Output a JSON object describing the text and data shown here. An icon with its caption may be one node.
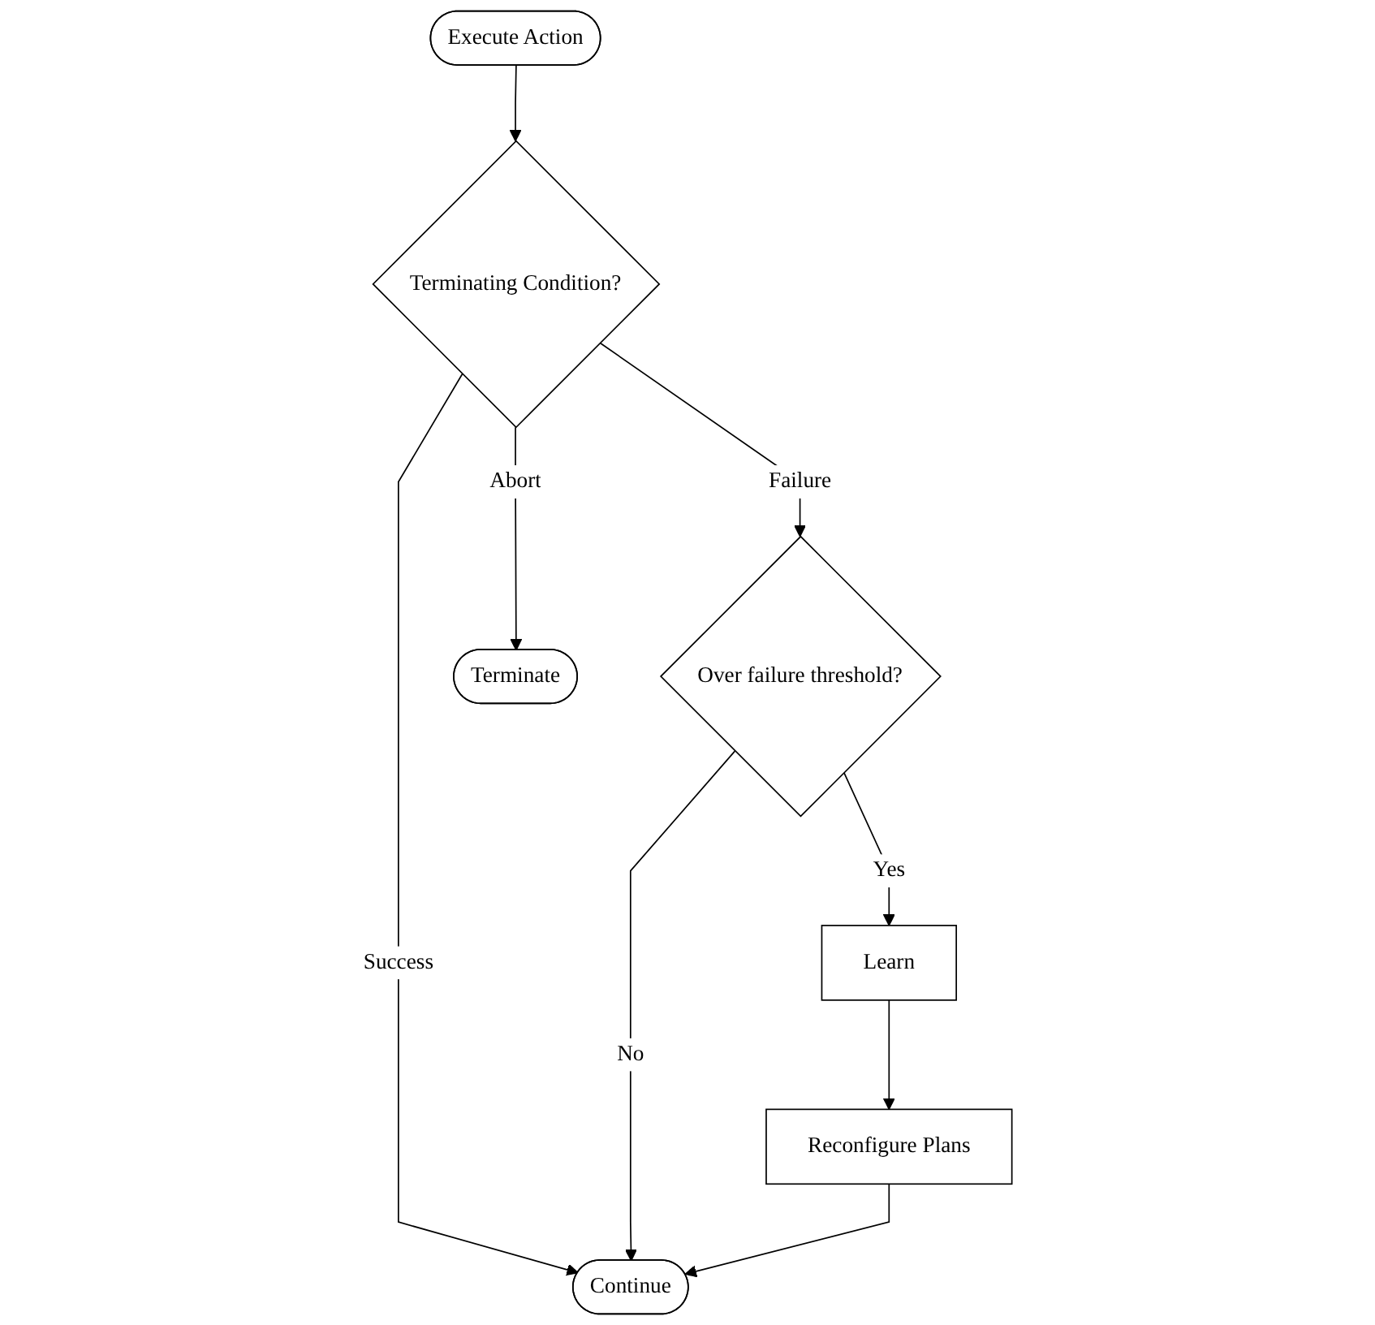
{
  "diagram": {
    "nodes": [
      {
        "text": [
          "Execute Action"
        ]
      },
      {
        "text": [
          "Terminating Condition?"
        ]
      },
      {
        "text": [
          "Over failure threshold?"
        ]
      },
      {
        "text": [
          "Learn"
        ]
      },
      {
        "text": [
          "Reconfigure Plans"
        ]
      },
      {
        "text": [
          "Terminate"
        ]
      },
      {
        "text": [
          "Continue"
        ]
      }
    ],
    "edges": [
      {
        "from": 0,
        "to": 1,
        "arrow": "to"
      },
      {
        "from": 1,
        "to": 5,
        "label": "Abort",
        "arrow": "to"
      },
      {
        "from": 1,
        "to": 6,
        "label": "Success",
        "arrow": "to"
      },
      {
        "from": 1,
        "to": 2,
        "label": "Failure",
        "arrow": "to"
      },
      {
        "from": 2,
        "to": 6,
        "label": "No",
        "arrow": "to"
      },
      {
        "from": 2,
        "to": 3,
        "label": "Yes",
        "arrow": "to"
      },
      {
        "from": 3,
        "to": 4,
        "arrow": "to"
      },
      {
        "from": 4,
        "to": 6,
        "arrow": "to"
      }
    ]
  }
}
